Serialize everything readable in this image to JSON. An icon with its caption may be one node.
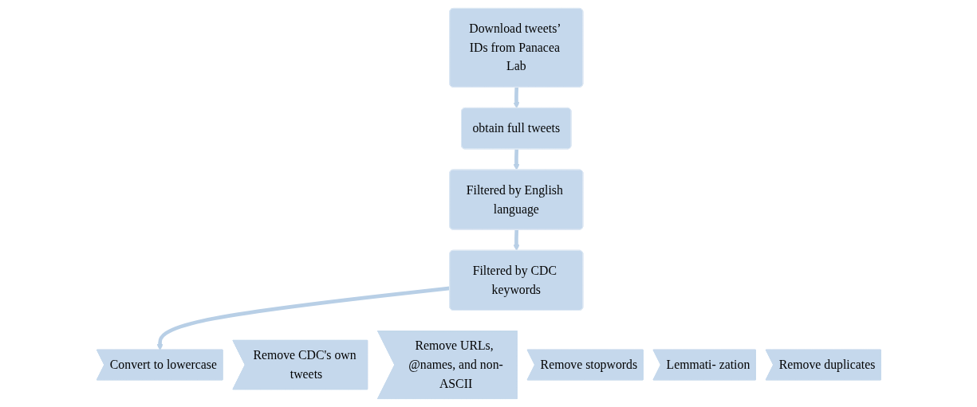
{
  "diagram": {
    "nodes": [
      {
        "text": [
          "Download tweets’ IDs from Panacea Lab"
        ]
      },
      {
        "text": [
          "obtain full tweets"
        ]
      },
      {
        "text": [
          "Filtered by English language"
        ]
      },
      {
        "text": [
          "Filtered by CDC keywords"
        ]
      },
      {
        "text": [
          "Convert to lowercase"
        ]
      },
      {
        "text": [
          "Remove CDC's own tweets"
        ]
      },
      {
        "text": [
          "Remove URLs, @names, and non-ASCII"
        ]
      },
      {
        "text": [
          "Remove stopwords"
        ]
      },
      {
        "text": [
          "Lemmati- zation"
        ]
      },
      {
        "text": [
          "Remove duplicates"
        ]
      }
    ],
    "edges": [
      {
        "from": 0,
        "to": 1,
        "arrow": "to"
      },
      {
        "from": 1,
        "to": 2,
        "arrow": "to"
      },
      {
        "from": 2,
        "to": 3,
        "arrow": "to"
      },
      {
        "from": 3,
        "to": 4,
        "arrow": "to"
      }
    ]
  }
}
